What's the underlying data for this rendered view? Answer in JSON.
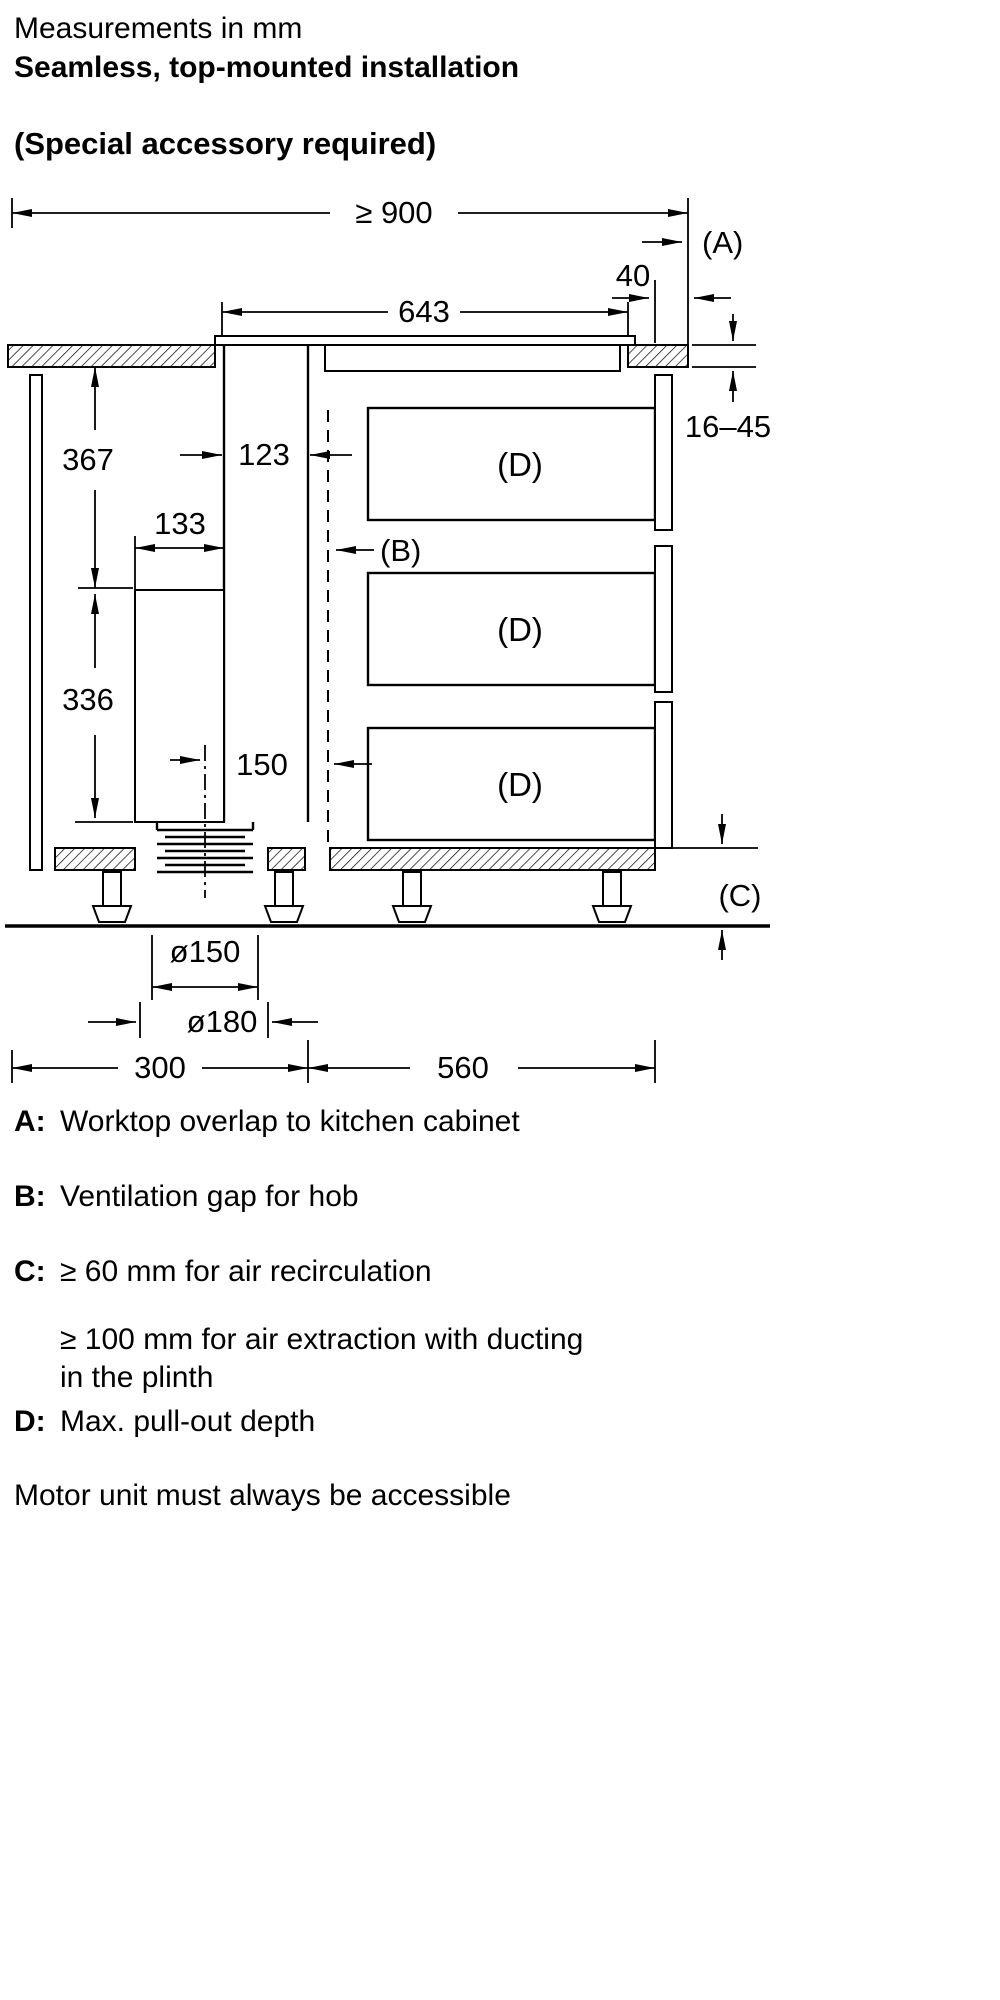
{
  "header": {
    "subtitle": "Measurements in mm",
    "title": "Seamless, top-mounted installation",
    "note": "(Special accessory required)"
  },
  "diagram": {
    "dim_total_width": "≥ 900",
    "dim_overlap": "40",
    "dim_hob_width": "643",
    "dim_worktop_thickness": "16–45",
    "dim_upper_height": "367",
    "dim_duct_width": "123",
    "dim_motor_width": "133",
    "dim_motor_height": "336",
    "dim_clearance": "150",
    "dim_duct_diameter": "ø150",
    "dim_flange_diameter": "ø180",
    "dim_left_section": "300",
    "dim_right_section": "560",
    "label_a": "(A)",
    "label_b": "(B)",
    "label_c": "(C)",
    "label_d": "(D)"
  },
  "legend": {
    "items": [
      {
        "key": "A:",
        "text": "Worktop overlap to kitchen cabinet"
      },
      {
        "key": "B:",
        "text": "Ventilation gap for hob"
      },
      {
        "key": "C:",
        "text": "≥ 60 mm for air recirculation"
      },
      {
        "key": "",
        "text": "≥ 100 mm for air extraction with ducting"
      },
      {
        "key": "",
        "text": "in the plinth"
      },
      {
        "key": "D:",
        "text": "Max. pull-out depth"
      }
    ],
    "footer": "Motor unit must always be accessible"
  }
}
